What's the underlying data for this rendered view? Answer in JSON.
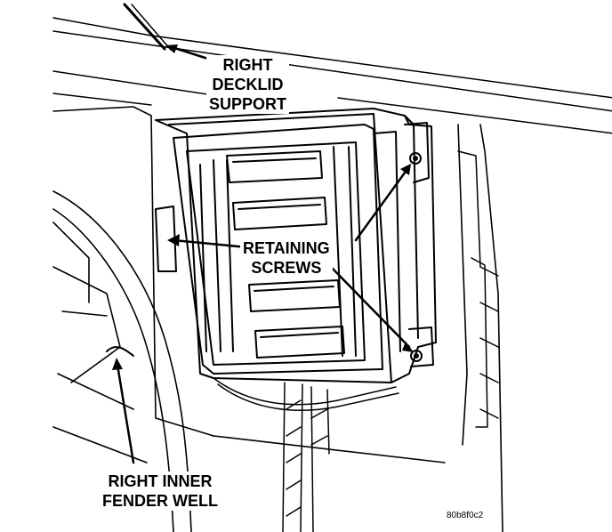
{
  "labels": {
    "decklid_line1": "RIGHT",
    "decklid_line2": "DECKLID",
    "decklid_line3": "SUPPORT",
    "screws_line1": "RETAINING",
    "screws_line2": "SCREWS",
    "fender_line1": "RIGHT INNER",
    "fender_line2": "FENDER WELL"
  },
  "figure_code": "80b8f0c2"
}
